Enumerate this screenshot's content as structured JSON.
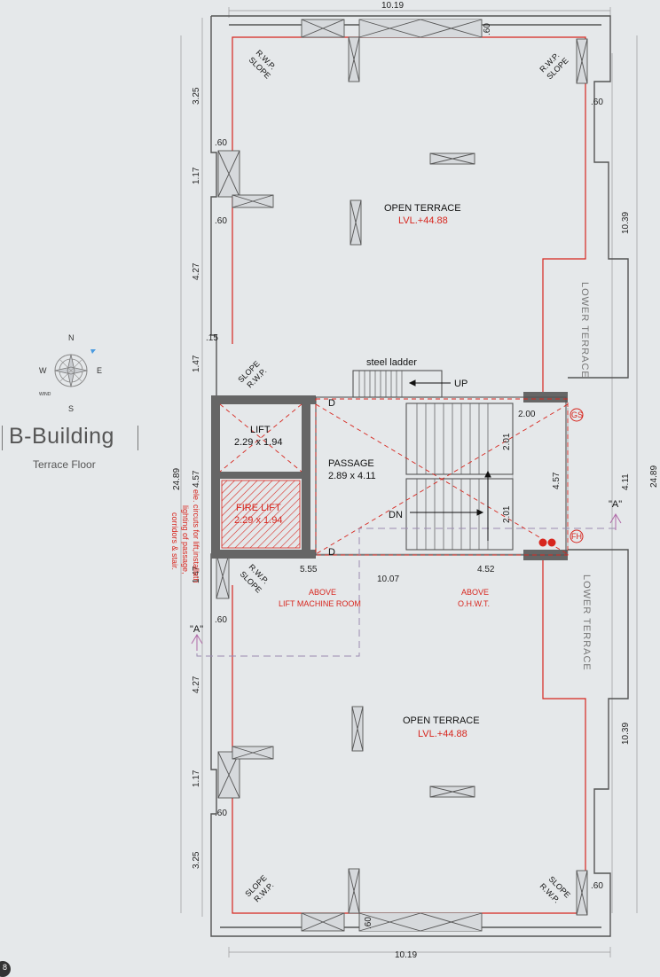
{
  "title": "B-Building",
  "subtitle": "Terrace Floor",
  "corner_badge": "8",
  "compass": {
    "north": "N",
    "south": "S",
    "east": "E",
    "west": "W",
    "wind": "WIND"
  },
  "dims": {
    "top_width": "10.19",
    "bottom_width": "10.19",
    "left_top_1": "3.25",
    "left_top_2": "1.17",
    "left_top_3": "4.27",
    "left_gap": ".15",
    "left_mid_1": "1.47",
    "left_mid_2": "4.57",
    "left_mid_3": "1.47",
    "left_bot_1": "4.27",
    "left_bot_2": "1.17",
    "left_bot_3": "3.25",
    "overall_left": "24.89",
    "overall_right": "24.89",
    "right_top": "10.39",
    "right_mid": "4.11",
    "right_bot": "10.39",
    "stair_right": "4.57",
    "stair_top": "2.01",
    "stair_bot": "2.01",
    "stair_width": "2.00",
    "bottom_left": "5.55",
    "bottom_mid": "10.07",
    "bottom_right": "4.52",
    "win_top": ".60",
    "win_right_top": ".60",
    "win_left_1": ".60",
    "win_left_2": ".60",
    "win_left_3": ".60",
    "win_left_4": ".60",
    "win_bottom": ".60",
    "win_right_bot": ".60"
  },
  "labels": {
    "open_terrace_top": "OPEN TERRACE",
    "lvl_top": "LVL.+44.88",
    "open_terrace_bot": "OPEN TERRACE",
    "lvl_bot": "LVL.+44.88",
    "lower_terrace_top": "LOWER TERRACE",
    "lower_terrace_bot": "LOWER TERRACE",
    "steel_ladder": "steel ladder",
    "up": "UP",
    "dn": "DN",
    "lift": "LIFT",
    "lift_size": "2.29 x 1.94",
    "fire_lift": "FIRE LIFT",
    "fire_lift_size": "2.29 x 1.94",
    "passage": "PASSAGE",
    "passage_size": "2.89 x 4.11",
    "door_top": "D",
    "door_bot": "D",
    "gs": "GS",
    "fh": "FH",
    "section_a_right": "\"A\"",
    "section_a_left": "\"A\"",
    "above_lmr_1": "ABOVE",
    "above_lmr_2": "LIFT MACHINE ROOM",
    "above_ohwt_1": "ABOVE",
    "above_ohwt_2": "O.H.W.T.",
    "ele_note_1": "ele. circuts for lift,installatn",
    "ele_note_2": "lighting of passage,",
    "ele_note_3": "corridors & stair.",
    "rwp_tl_1": "R.W.P.",
    "rwp_tl_2": "SLOPE",
    "rwp_tr_1": "R.W.P.",
    "rwp_tr_2": "SLOPE",
    "rwp_ml_1": "SLOPE",
    "rwp_ml_2": "R.W.P.",
    "rwp_mlb_1": "R.W.P.",
    "rwp_mlb_2": "SLOPE",
    "rwp_bl_1": "SLOPE",
    "rwp_bl_2": "R.W.P.",
    "rwp_br_1": "SLOPE",
    "rwp_br_2": "R.W.P."
  },
  "colors": {
    "wall": "#555555",
    "red": "#d7261e",
    "section": "#b06aa8",
    "dash": "#9a8ab0",
    "background": "#e5e8ea"
  }
}
